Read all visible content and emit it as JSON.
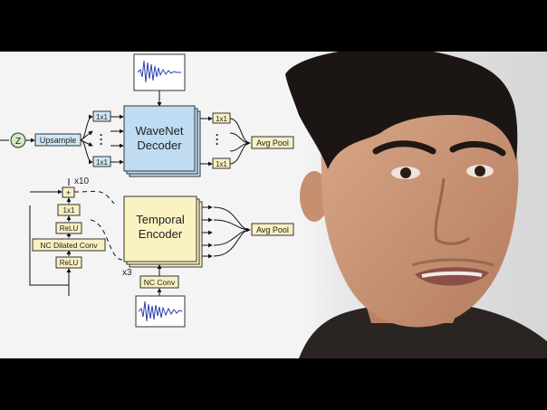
{
  "diagram": {
    "z_label": "Z",
    "upsample": "Upsample",
    "conv_1x1": "1x1",
    "decoder_line1": "WaveNet",
    "decoder_line2": "Decoder",
    "encoder_line1": "Temporal",
    "encoder_line2": "Encoder",
    "avg_pool": "Avg Pool",
    "repeat_x10": "x10",
    "repeat_x3": "x3",
    "plus": "+",
    "relu": "ReLU",
    "nc_dilated_conv": "NC Dilated Conv",
    "nc_conv": "NC Conv",
    "dots": "• • •"
  },
  "colors": {
    "decoder_fill": "#bfdcf2",
    "encoder_fill": "#fbf2c2",
    "small_box_blue": "#cfe6f6",
    "small_box_yellow": "#f8efc2",
    "z_circle": "#cfe9c4"
  }
}
